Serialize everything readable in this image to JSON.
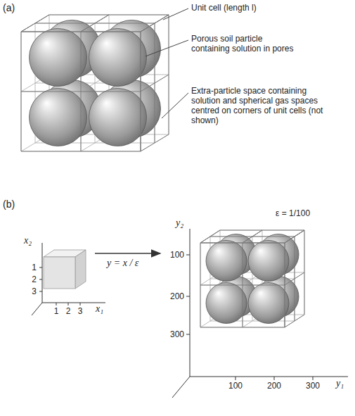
{
  "diagram": {
    "labels": [
      "(a)",
      "Unit cell (length l)",
      "Porous soil particle containing solution in pores",
      "Extra-particle space containing solution and spherical gas spaces centred on corners of unit cells (not shown)",
      "(b)",
      "ε = 1/100",
      "y₂",
      "100",
      "200",
      "300",
      "100",
      "200",
      "300",
      "y₁",
      "x₂",
      "1",
      "2",
      "3",
      "1",
      "2",
      "3",
      "x₁",
      "y = x / ε"
    ]
  }
}
